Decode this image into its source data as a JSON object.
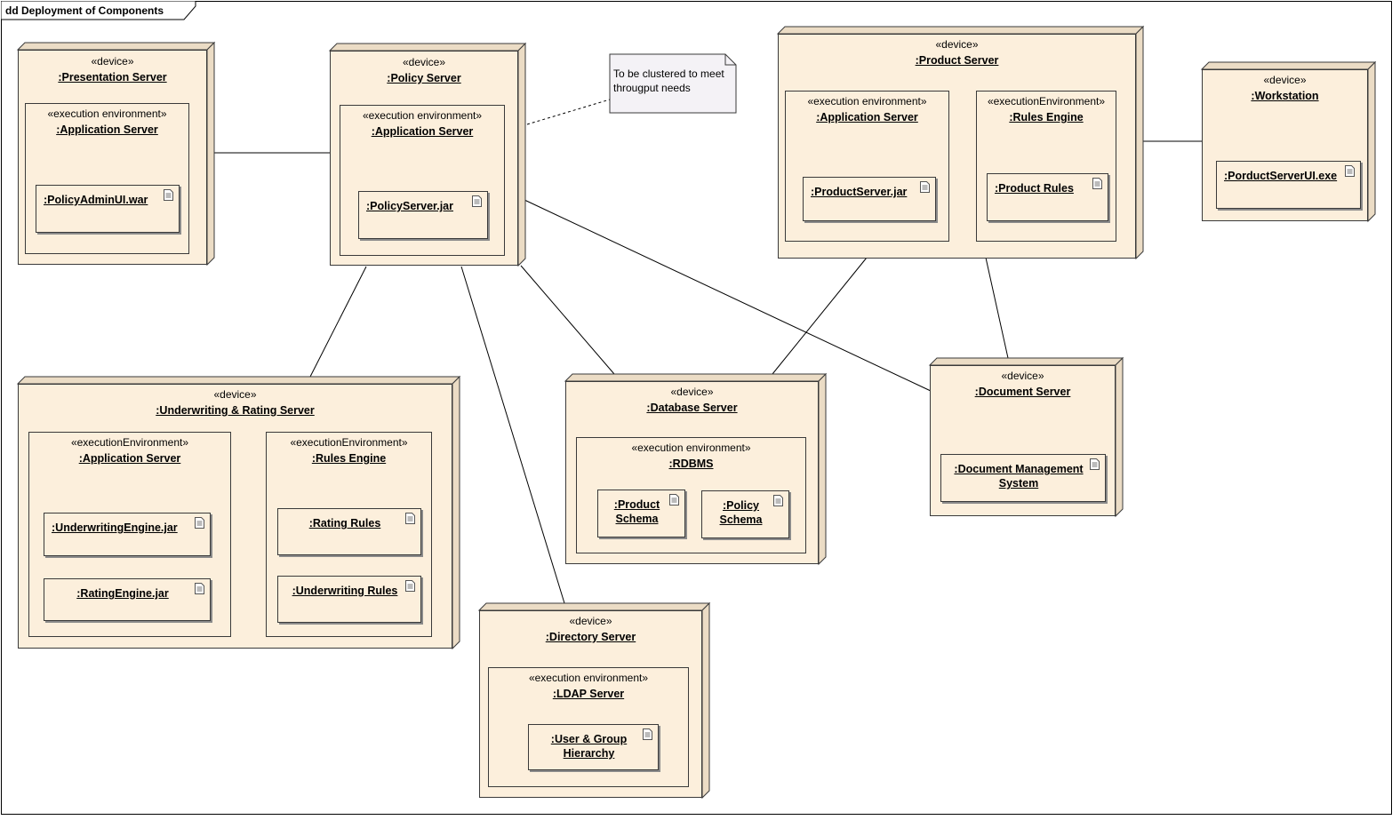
{
  "frame": {
    "title": "dd Deployment of Components"
  },
  "note": {
    "text": "To be clustered to meet\nthrougput needs"
  },
  "devices": {
    "presentation": {
      "stereotype": "«device»",
      "name": ":Presentation Server",
      "env": {
        "stereotype": "«execution environment»",
        "name": ":Application Server"
      },
      "artifacts": [
        ":PolicyAdminUI.war"
      ]
    },
    "policy": {
      "stereotype": "«device»",
      "name": ":Policy Server",
      "env": {
        "stereotype": "«execution environment»",
        "name": ":Application Server"
      },
      "artifacts": [
        ":PolicyServer.jar"
      ]
    },
    "product": {
      "stereotype": "«device»",
      "name": ":Product Server",
      "env1": {
        "stereotype": "«execution environment»",
        "name": ":Application Server",
        "artifact": ":ProductServer.jar"
      },
      "env2": {
        "stereotype": "«executionEnvironment»",
        "name": ":Rules Engine",
        "artifact": ":Product Rules"
      }
    },
    "workstation": {
      "stereotype": "«device»",
      "name": ":Workstation",
      "artifacts": [
        ":PorductServerUI.exe"
      ]
    },
    "underwriting": {
      "stereotype": "«device»",
      "name": ":Underwriting & Rating Server",
      "env1": {
        "stereotype": "«executionEnvironment»",
        "name": ":Application Server",
        "artifacts": [
          ":UnderwritingEngine.jar",
          ":RatingEngine.jar"
        ]
      },
      "env2": {
        "stereotype": "«executionEnvironment»",
        "name": ":Rules Engine",
        "artifacts": [
          ":Rating Rules",
          ":Underwriting Rules"
        ]
      }
    },
    "database": {
      "stereotype": "«device»",
      "name": ":Database Server",
      "env": {
        "stereotype": "«execution environment»",
        "name": ":RDBMS"
      },
      "artifacts": [
        ":Product Schema",
        ":Policy Schema"
      ]
    },
    "document": {
      "stereotype": "«device»",
      "name": ":Document Server",
      "artifacts": [
        ":Document Management System"
      ]
    },
    "directory": {
      "stereotype": "«device»",
      "name": ":Directory Server",
      "env": {
        "stereotype": "«execution environment»",
        "name": ":LDAP Server"
      },
      "artifacts": [
        ":User & Group Hierarchy"
      ]
    }
  },
  "colors": {
    "node_fill": "#fcefdc",
    "node_side": "#ebdcc5",
    "line": "#000000",
    "note_fill": "#f4f2f6"
  }
}
